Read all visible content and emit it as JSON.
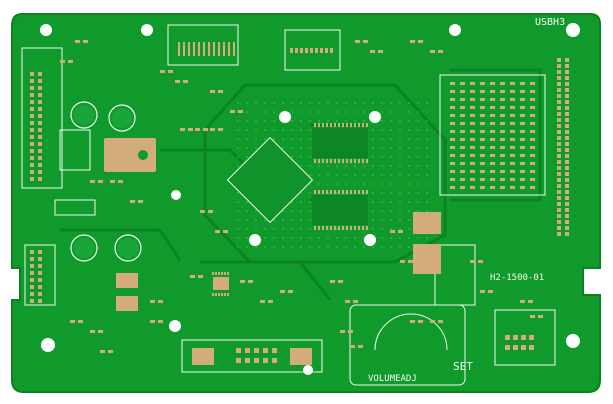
{
  "board": {
    "board_id": "USBH3",
    "model_label": "H2-1500-01",
    "volume_label": "VOLUMEADJ",
    "set_label": "SET"
  },
  "colors": {
    "solder_mask": "#0f9a2b",
    "mask_edge": "#0a8224",
    "copper_pad": "#d4ab7a",
    "gold_pad": "#cfa560",
    "silkscreen": "#f2f7f0",
    "trace": "#0c7f22",
    "background": "#ffffff"
  }
}
